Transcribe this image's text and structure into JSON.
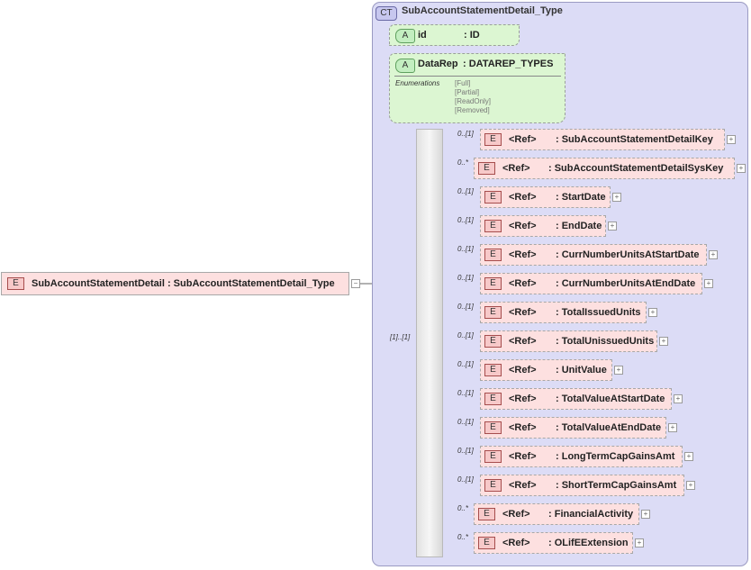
{
  "complex_type": {
    "badge": "CT",
    "name": "SubAccountStatementDetail_Type"
  },
  "root_element": {
    "badge": "E",
    "label": "SubAccountStatementDetail : SubAccountStatementDetail_Type",
    "toggle": "−"
  },
  "attributes": [
    {
      "badge": "A",
      "name": "id",
      "type": ": ID"
    },
    {
      "badge": "A",
      "name": "DataRep",
      "type": ": DATAREP_TYPES",
      "enumerations_label": "Enumerations",
      "enumerations": [
        "[Full]",
        "[Partial]",
        "[ReadOnly]",
        "[Removed]"
      ]
    }
  ],
  "sequence": {
    "cardinality": "[1]..[1]"
  },
  "elements": [
    {
      "badge": "E",
      "ref": "<Ref>",
      "name": ": SubAccountStatementDetailKey",
      "cardinality": "0..[1]"
    },
    {
      "badge": "E",
      "ref": "<Ref>",
      "name": ": SubAccountStatementDetailSysKey",
      "cardinality": "0..*"
    },
    {
      "badge": "E",
      "ref": "<Ref>",
      "name": ": StartDate",
      "cardinality": "0..[1]"
    },
    {
      "badge": "E",
      "ref": "<Ref>",
      "name": ": EndDate",
      "cardinality": "0..[1]"
    },
    {
      "badge": "E",
      "ref": "<Ref>",
      "name": ": CurrNumberUnitsAtStartDate",
      "cardinality": "0..[1]"
    },
    {
      "badge": "E",
      "ref": "<Ref>",
      "name": ": CurrNumberUnitsAtEndDate",
      "cardinality": "0..[1]"
    },
    {
      "badge": "E",
      "ref": "<Ref>",
      "name": ": TotalIssuedUnits",
      "cardinality": "0..[1]"
    },
    {
      "badge": "E",
      "ref": "<Ref>",
      "name": ": TotalUnissuedUnits",
      "cardinality": "0..[1]"
    },
    {
      "badge": "E",
      "ref": "<Ref>",
      "name": ": UnitValue",
      "cardinality": "0..[1]"
    },
    {
      "badge": "E",
      "ref": "<Ref>",
      "name": ": TotalValueAtStartDate",
      "cardinality": "0..[1]"
    },
    {
      "badge": "E",
      "ref": "<Ref>",
      "name": ": TotalValueAtEndDate",
      "cardinality": "0..[1]"
    },
    {
      "badge": "E",
      "ref": "<Ref>",
      "name": ": LongTermCapGainsAmt",
      "cardinality": "0..[1]"
    },
    {
      "badge": "E",
      "ref": "<Ref>",
      "name": ": ShortTermCapGainsAmt",
      "cardinality": "0..[1]"
    },
    {
      "badge": "E",
      "ref": "<Ref>",
      "name": ": FinancialActivity",
      "cardinality": "0..*"
    },
    {
      "badge": "E",
      "ref": "<Ref>",
      "name": ": OLifEExtension",
      "cardinality": "0..*"
    }
  ],
  "expand_symbol": "+"
}
